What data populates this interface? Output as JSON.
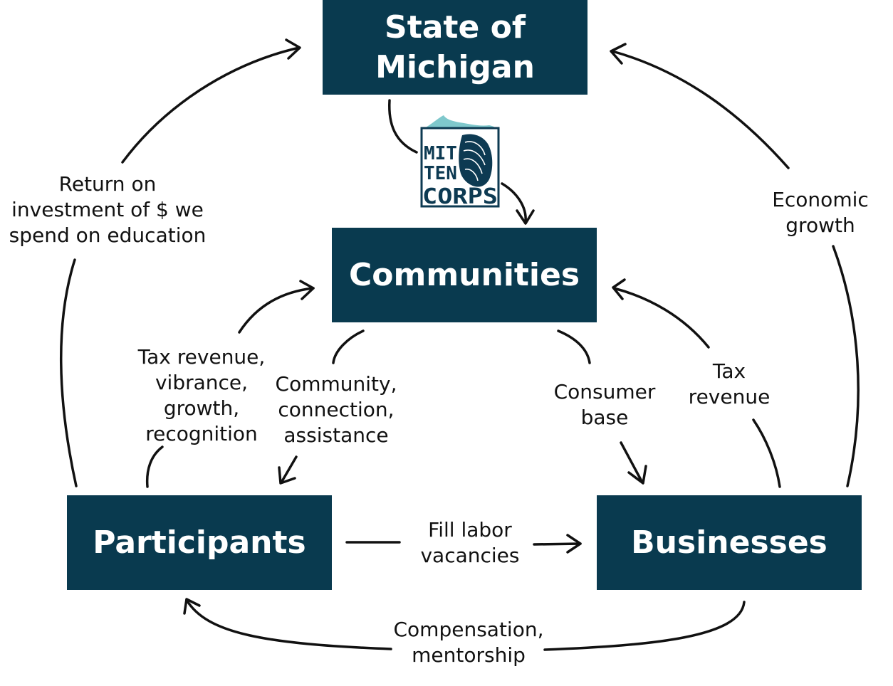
{
  "nodes": {
    "state": "State of\nMichigan",
    "communities": "Communities",
    "participants": "Participants",
    "businesses": "Businesses"
  },
  "logo": {
    "line1": "MIT",
    "line2": "TEN",
    "line3": "CORPS"
  },
  "edges": {
    "return_on_investment": "Return on\ninvestment of $ we\nspend on education",
    "economic_growth": "Economic\ngrowth",
    "tax_vibrance": "Tax revenue,\nvibrance,\ngrowth,\nrecognition",
    "community_connection": "Community,\nconnection,\nassistance",
    "consumer_base": "Consumer\nbase",
    "tax_revenue": "Tax\nrevenue",
    "fill_labor": "Fill labor\nvacancies",
    "compensation": "Compensation,\nmentorship"
  },
  "colors": {
    "box_fill": "#093A4F",
    "box_text": "#FFFFFF",
    "arrow": "#111111",
    "logo_teal": "#7FC8CC",
    "logo_navy": "#0D3A52"
  }
}
